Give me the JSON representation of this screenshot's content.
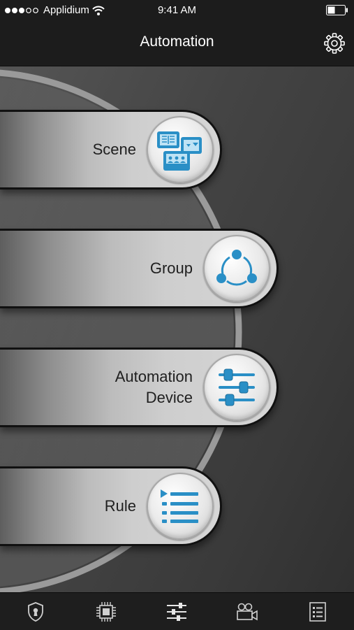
{
  "status_bar": {
    "carrier": "Applidium",
    "time": "9:41 AM"
  },
  "nav": {
    "title": "Automation",
    "settings_icon": "gear-icon"
  },
  "menu": [
    {
      "id": "scene",
      "lines": [
        "Scene"
      ],
      "icon": "scene-icon"
    },
    {
      "id": "group",
      "lines": [
        "Group"
      ],
      "icon": "group-icon"
    },
    {
      "id": "automation-device",
      "lines": [
        "Automation",
        "Device"
      ],
      "icon": "sliders-icon"
    },
    {
      "id": "rule",
      "lines": [
        "Rule"
      ],
      "icon": "rule-list-icon"
    }
  ],
  "tabs": [
    {
      "id": "security",
      "icon": "shield-keyhole-icon"
    },
    {
      "id": "devices",
      "icon": "chip-icon"
    },
    {
      "id": "automation",
      "icon": "sliders-icon",
      "active": true
    },
    {
      "id": "cameras",
      "icon": "video-camera-icon"
    },
    {
      "id": "log",
      "icon": "list-document-icon"
    }
  ],
  "colors": {
    "accent_blue": "#2a8fc6",
    "bar_background": "#1c1c1c",
    "tab_icon": "#cfcfcf"
  }
}
